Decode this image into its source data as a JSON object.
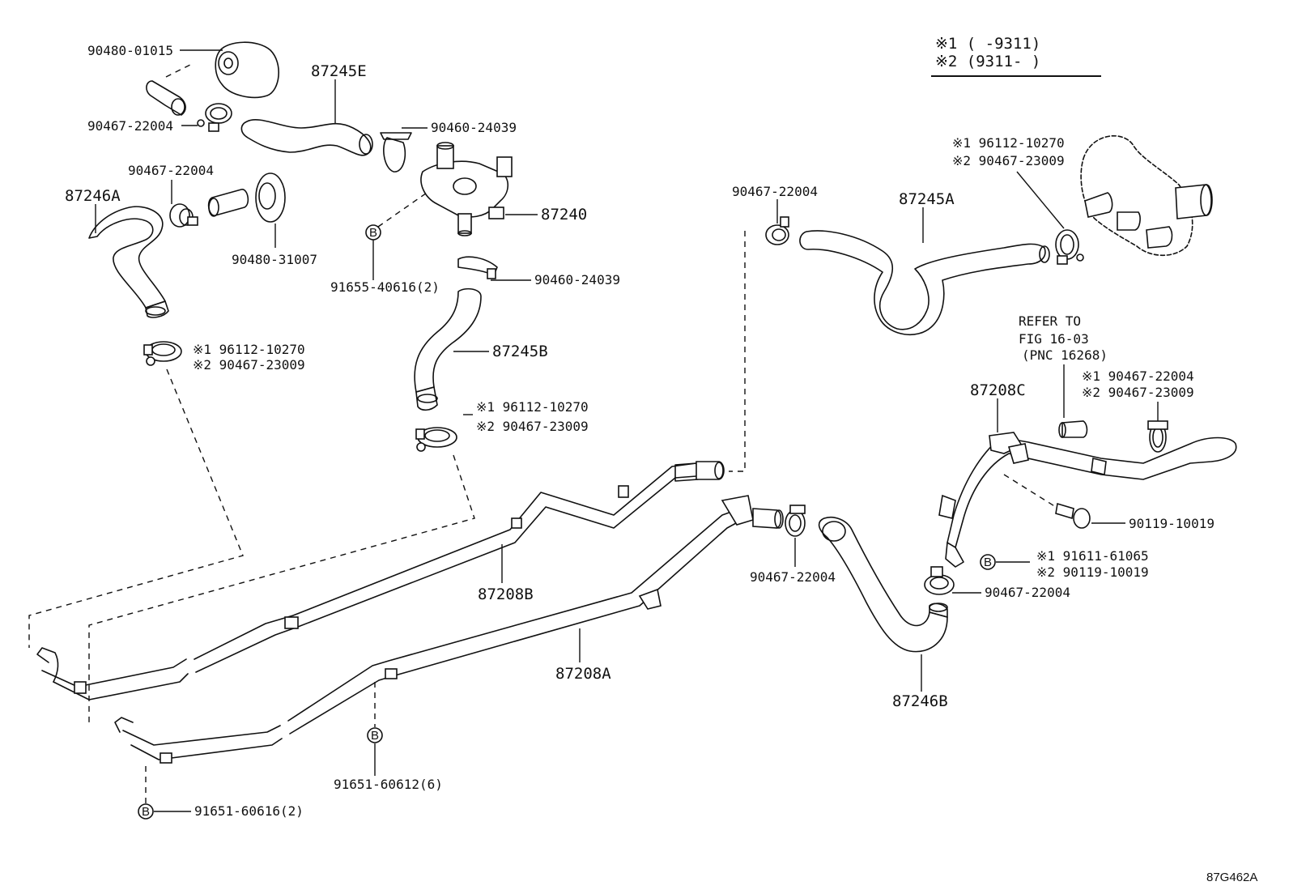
{
  "legend": {
    "line1": "※1 (    -9311)",
    "line2": "※2 (9311-    )"
  },
  "labels": {
    "p_9048001015": "90480-01015",
    "p_87245E": "87245E",
    "p_9046722004_top": "90467-22004",
    "p_9046024039_top": "90460-24039",
    "p_9046722004_mid": "90467-22004",
    "p_87246A": "87246A",
    "p_9048031007": "90480-31007",
    "p_87240": "87240",
    "p_9046024039_bot": "90460-24039",
    "p_9165540616": "91655-40616(2)",
    "p_87245B": "87245B",
    "clampA_1": "※1 96112-10270",
    "clampA_2": "※2 90467-23009",
    "clampB_1": "※1 96112-10270",
    "clampB_2": "※2 90467-23009",
    "p_87208B": "87208B",
    "p_87208A": "87208A",
    "p_9165160612": "91651-60612(6)",
    "p_9165160616": "91651-60616(2)",
    "p_9046722004_right": "90467-22004",
    "p_87245A": "87245A",
    "clampC_1": "※1 96112-10270",
    "clampC_2": "※2 90467-23009",
    "refer_1": "REFER TO",
    "refer_2": "FIG 16-03",
    "refer_3": "(PNC 16268)",
    "p_87208C": "87208C",
    "clampD_1": "※1 90467-22004",
    "clampD_2": "※2 90467-23009",
    "p_9011910019": "90119-10019",
    "boltB_1": "※1 91611-61065",
    "boltB_2": "※2 90119-10019",
    "p_9046722004_lowmid": "90467-22004",
    "p_9046722004_lowright": "90467-22004",
    "p_87246B": "87246B",
    "figure_code": "87G462A",
    "bolt_letter": "B"
  }
}
